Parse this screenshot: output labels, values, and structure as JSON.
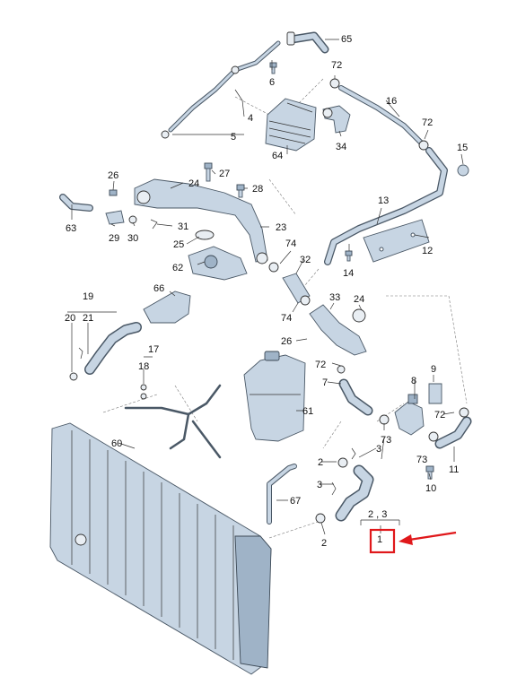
{
  "diagram": {
    "callouts": [
      "65",
      "6",
      "72",
      "4",
      "5",
      "16",
      "72",
      "15",
      "64",
      "34",
      "26",
      "24",
      "27",
      "28",
      "63",
      "29",
      "30",
      "31",
      "23",
      "25",
      "74",
      "32",
      "62",
      "13",
      "12",
      "14",
      "66",
      "19",
      "20",
      "21",
      "33",
      "24",
      "26",
      "74",
      "17",
      "18",
      "72",
      "9",
      "8",
      "61",
      "72",
      "60",
      "7",
      "73",
      "11",
      "2",
      "3",
      "10",
      "73",
      "67",
      "3",
      "2",
      "2 , 3",
      "1"
    ],
    "highlighted_callout": "1",
    "highlight_color": "#e0181b",
    "part_fill_color": "#c7d5e3"
  }
}
